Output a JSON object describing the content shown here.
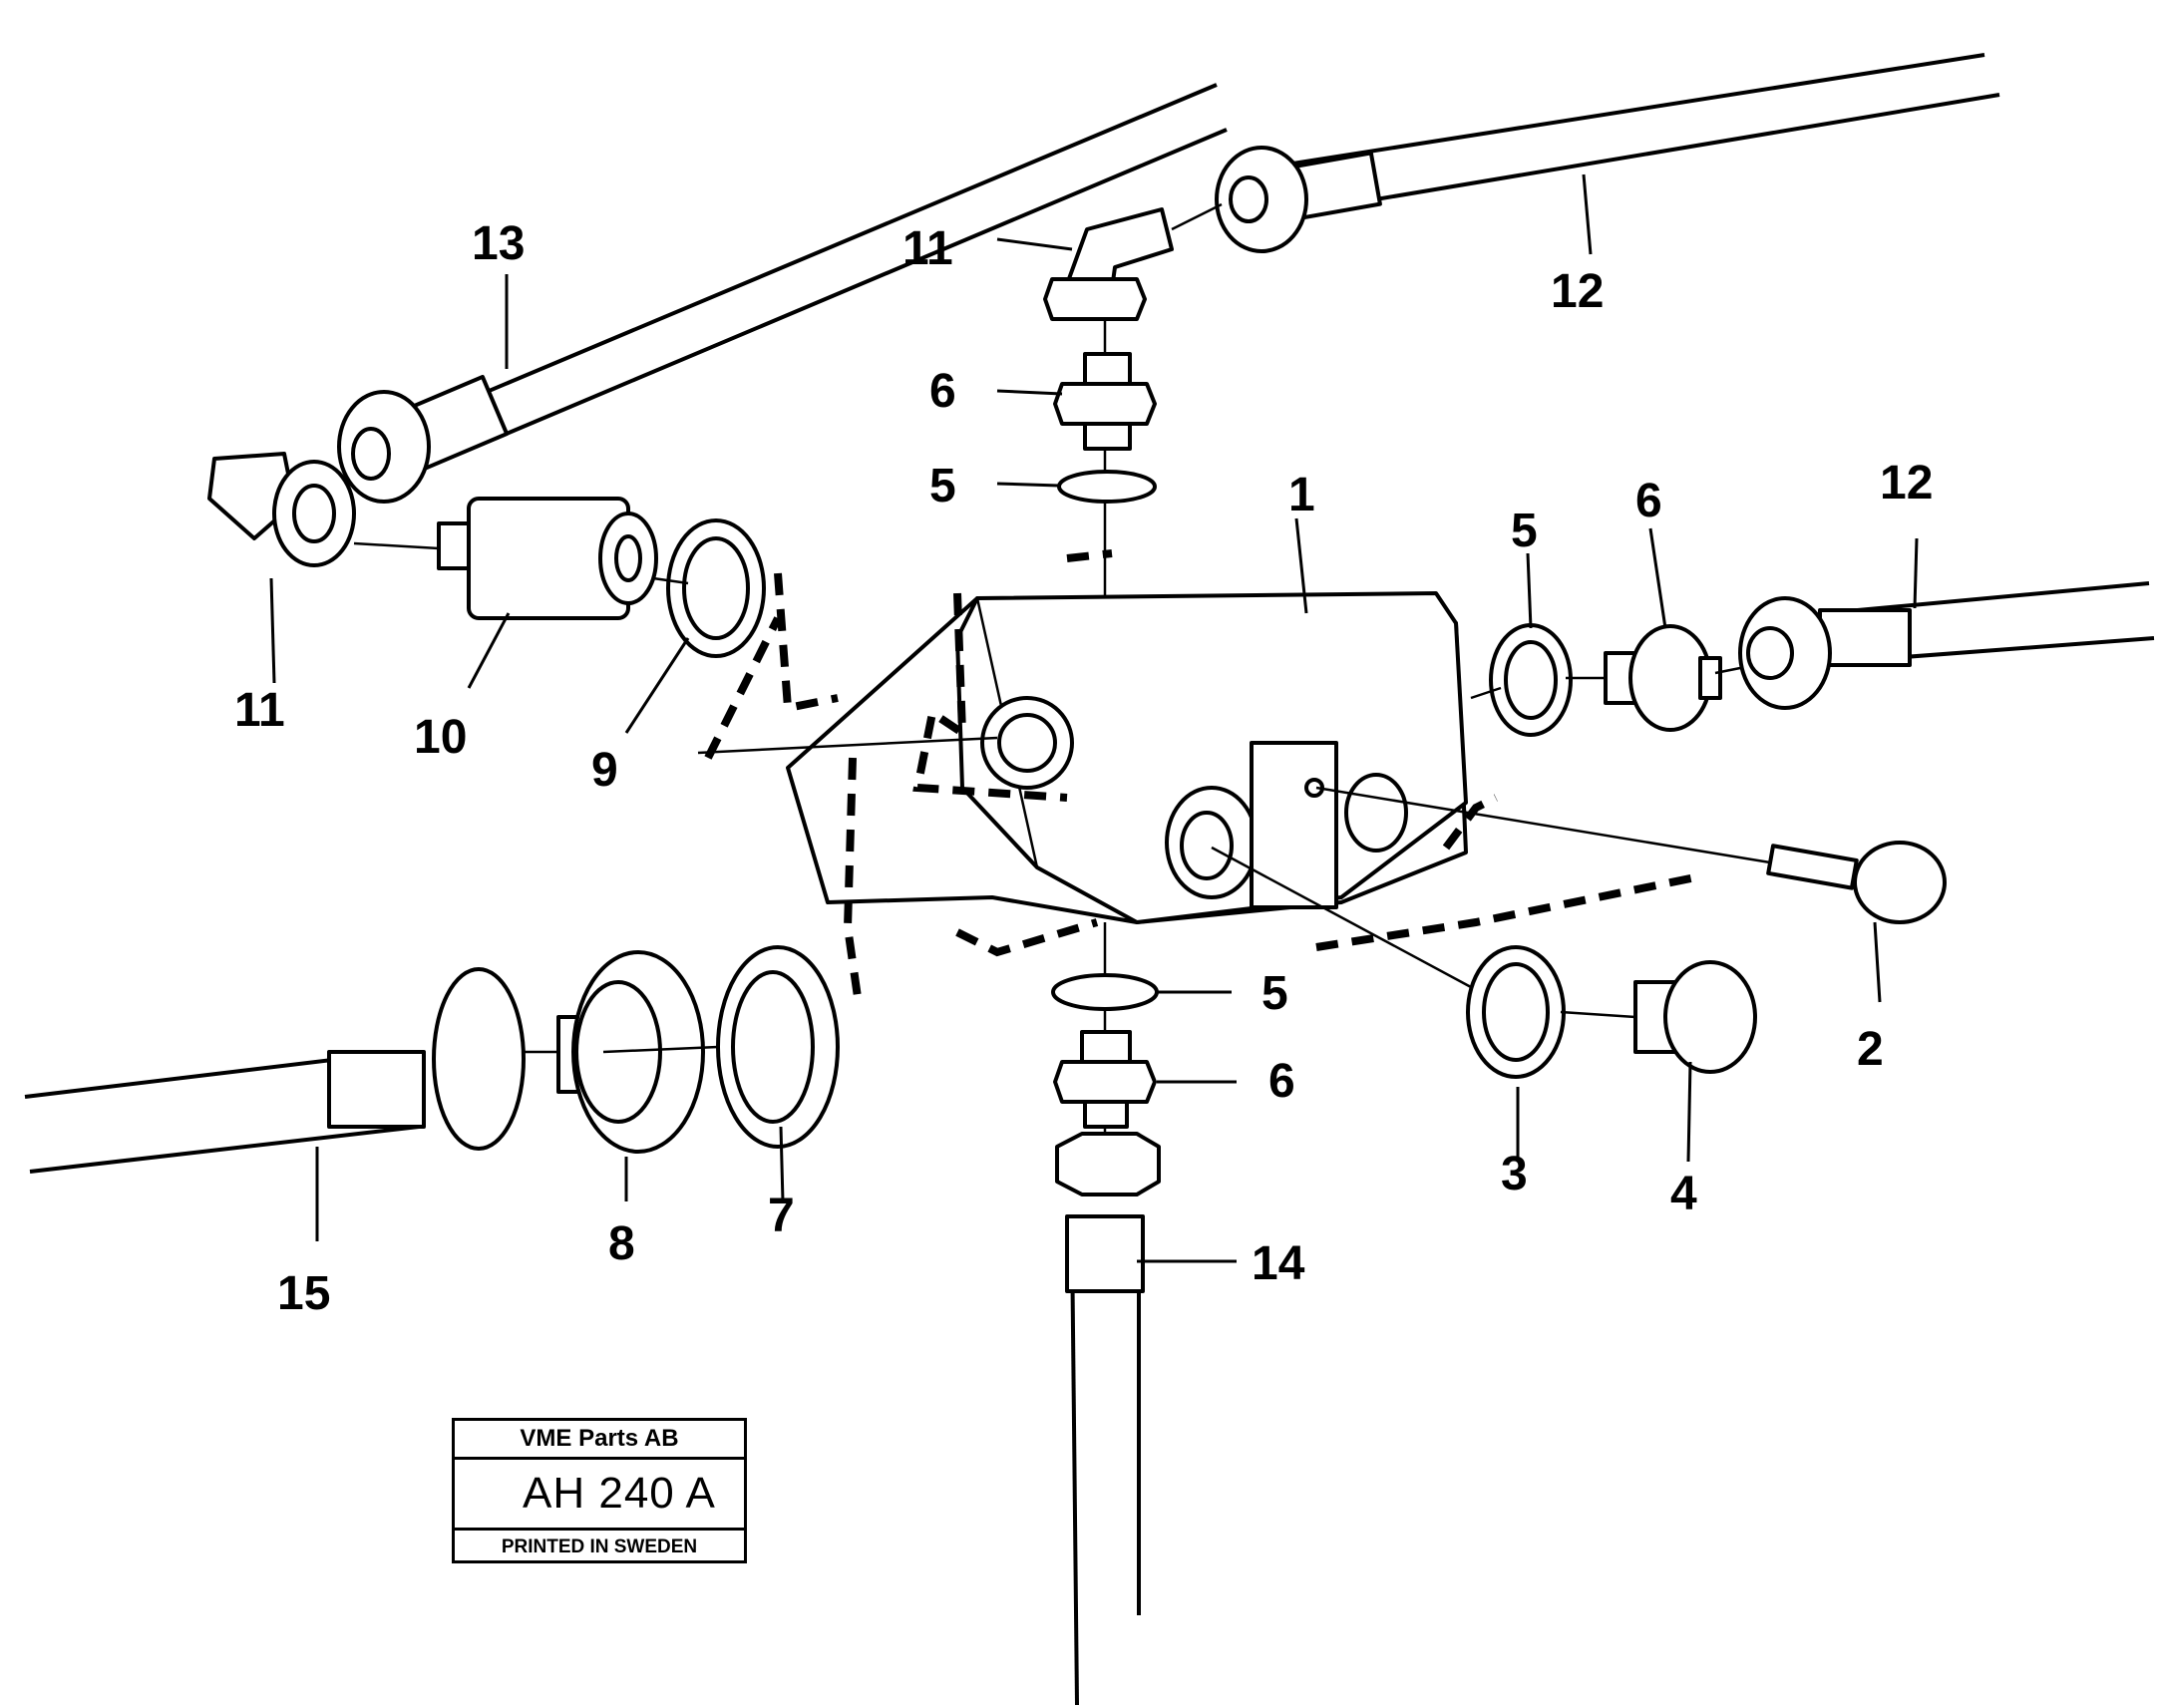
{
  "callouts": {
    "c1": "1",
    "c2": "2",
    "c3": "3",
    "c4": "4",
    "c5a": "5",
    "c5b": "5",
    "c5c": "5",
    "c6a": "6",
    "c6b": "6",
    "c6c": "6",
    "c7": "7",
    "c8": "8",
    "c9": "9",
    "c10": "10",
    "c11a": "11",
    "c11b": "11",
    "c12a": "12",
    "c12b": "12",
    "c13": "13",
    "c14": "14",
    "c15": "15"
  },
  "stamp": {
    "company": "VME Parts AB",
    "code": "AH 240  A",
    "printed": "PRINTED IN SWEDEN"
  }
}
